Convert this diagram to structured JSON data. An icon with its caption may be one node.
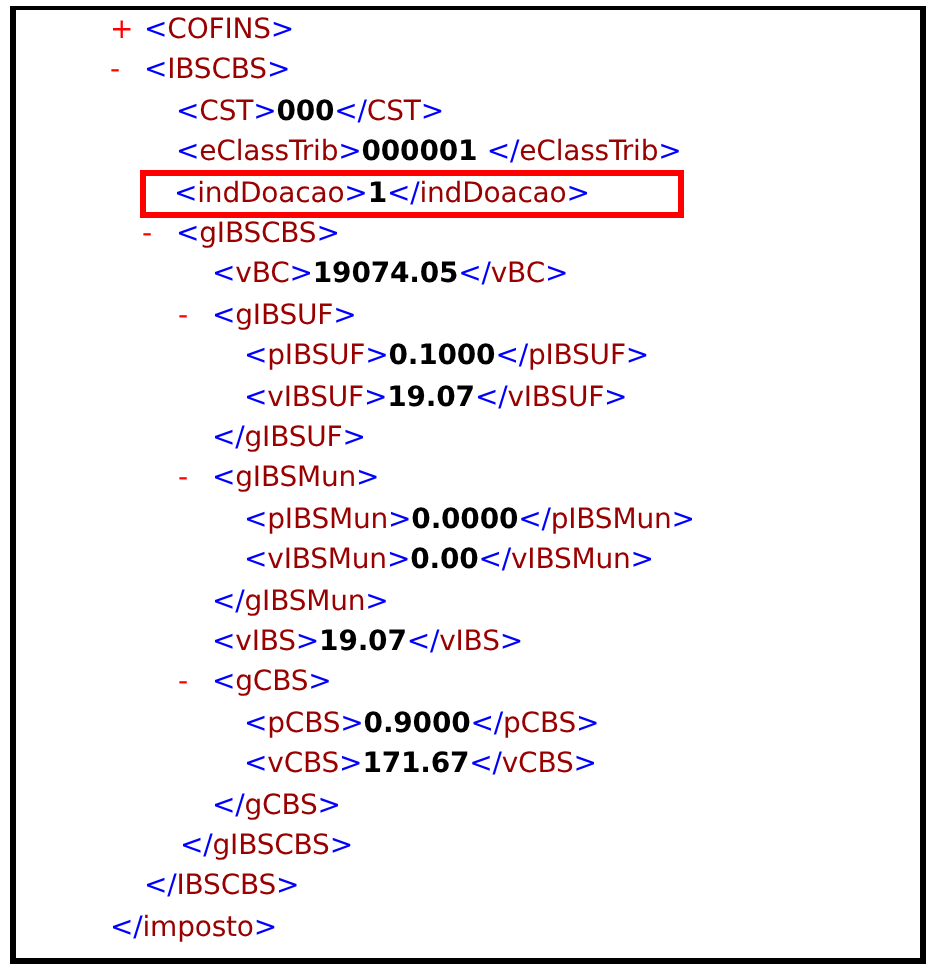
{
  "diagram": {
    "nodes": [
      {
        "text": [
          "<indDoacao>1</indDoacao>"
        ]
      }
    ],
    "labels": [
      "+ <COFINS>",
      "- <IBSCBS>",
      "<CST>000</CST>",
      "<eClassTrib>000001 </eClassTrib>",
      "- <gIBSCBS>",
      "<vBC>19074.05</vBC>",
      "- <gIBSUF>",
      "<pIBSUF>0.1000</pIBSUF>",
      "<vIBSUF>19.07</vIBSUF>",
      "</gIBSUF>",
      "- <gIBSMun>",
      "<pIBSMun>0.0000</pIBSMun>",
      "<vIBSMun>0.00</vIBSMun>",
      "</gIBSMun>",
      "<vIBS>19.07</vIBS>",
      "- <gCBS>",
      "<pCBS>0.9000</pCBS>",
      "<vCBS>171.67</vCBS>",
      "</gCBS>",
      "</gIBSCBS>",
      "</IBSCBS>",
      "</imposto>"
    ]
  }
}
